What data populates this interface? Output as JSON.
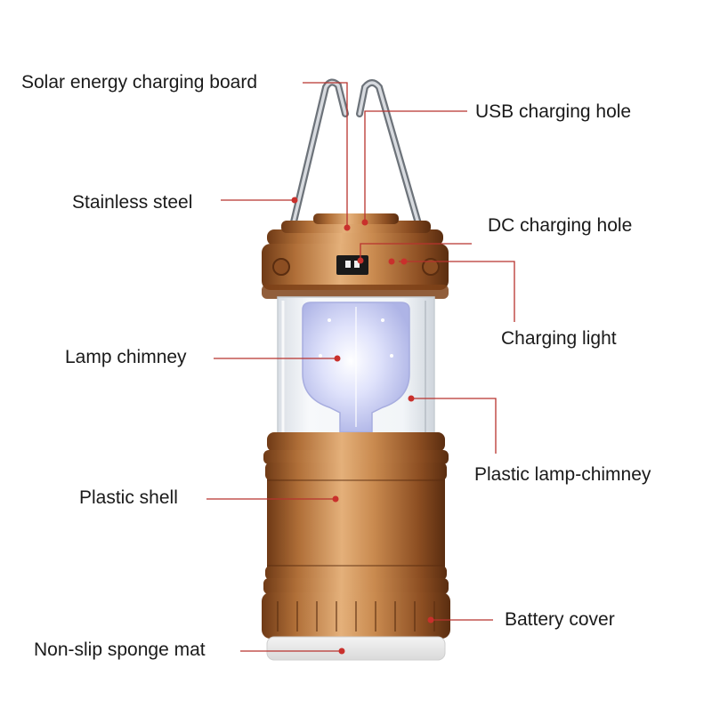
{
  "diagram": {
    "colors": {
      "leader": "#b8332e",
      "dot": "#c9302c",
      "copper_dark": "#6f3a16",
      "copper_mid": "#b06f38",
      "copper_light": "#e4b07a",
      "steel": "#9aa0a6",
      "glass": "#eef3f8",
      "led_glow": "#c9cdf2"
    },
    "labels": {
      "solar_board": "Solar energy charging board",
      "usb_hole": "USB charging hole",
      "stainless_steel": "Stainless steel",
      "dc_hole": "DC charging hole",
      "charging_light": "Charging light",
      "lamp_chimney": "Lamp chimney",
      "plastic_lamp_chimney": "Plastic lamp-chimney",
      "plastic_shell": "Plastic shell",
      "battery_cover": "Battery cover",
      "sponge_mat": "Non-slip sponge mat"
    }
  }
}
